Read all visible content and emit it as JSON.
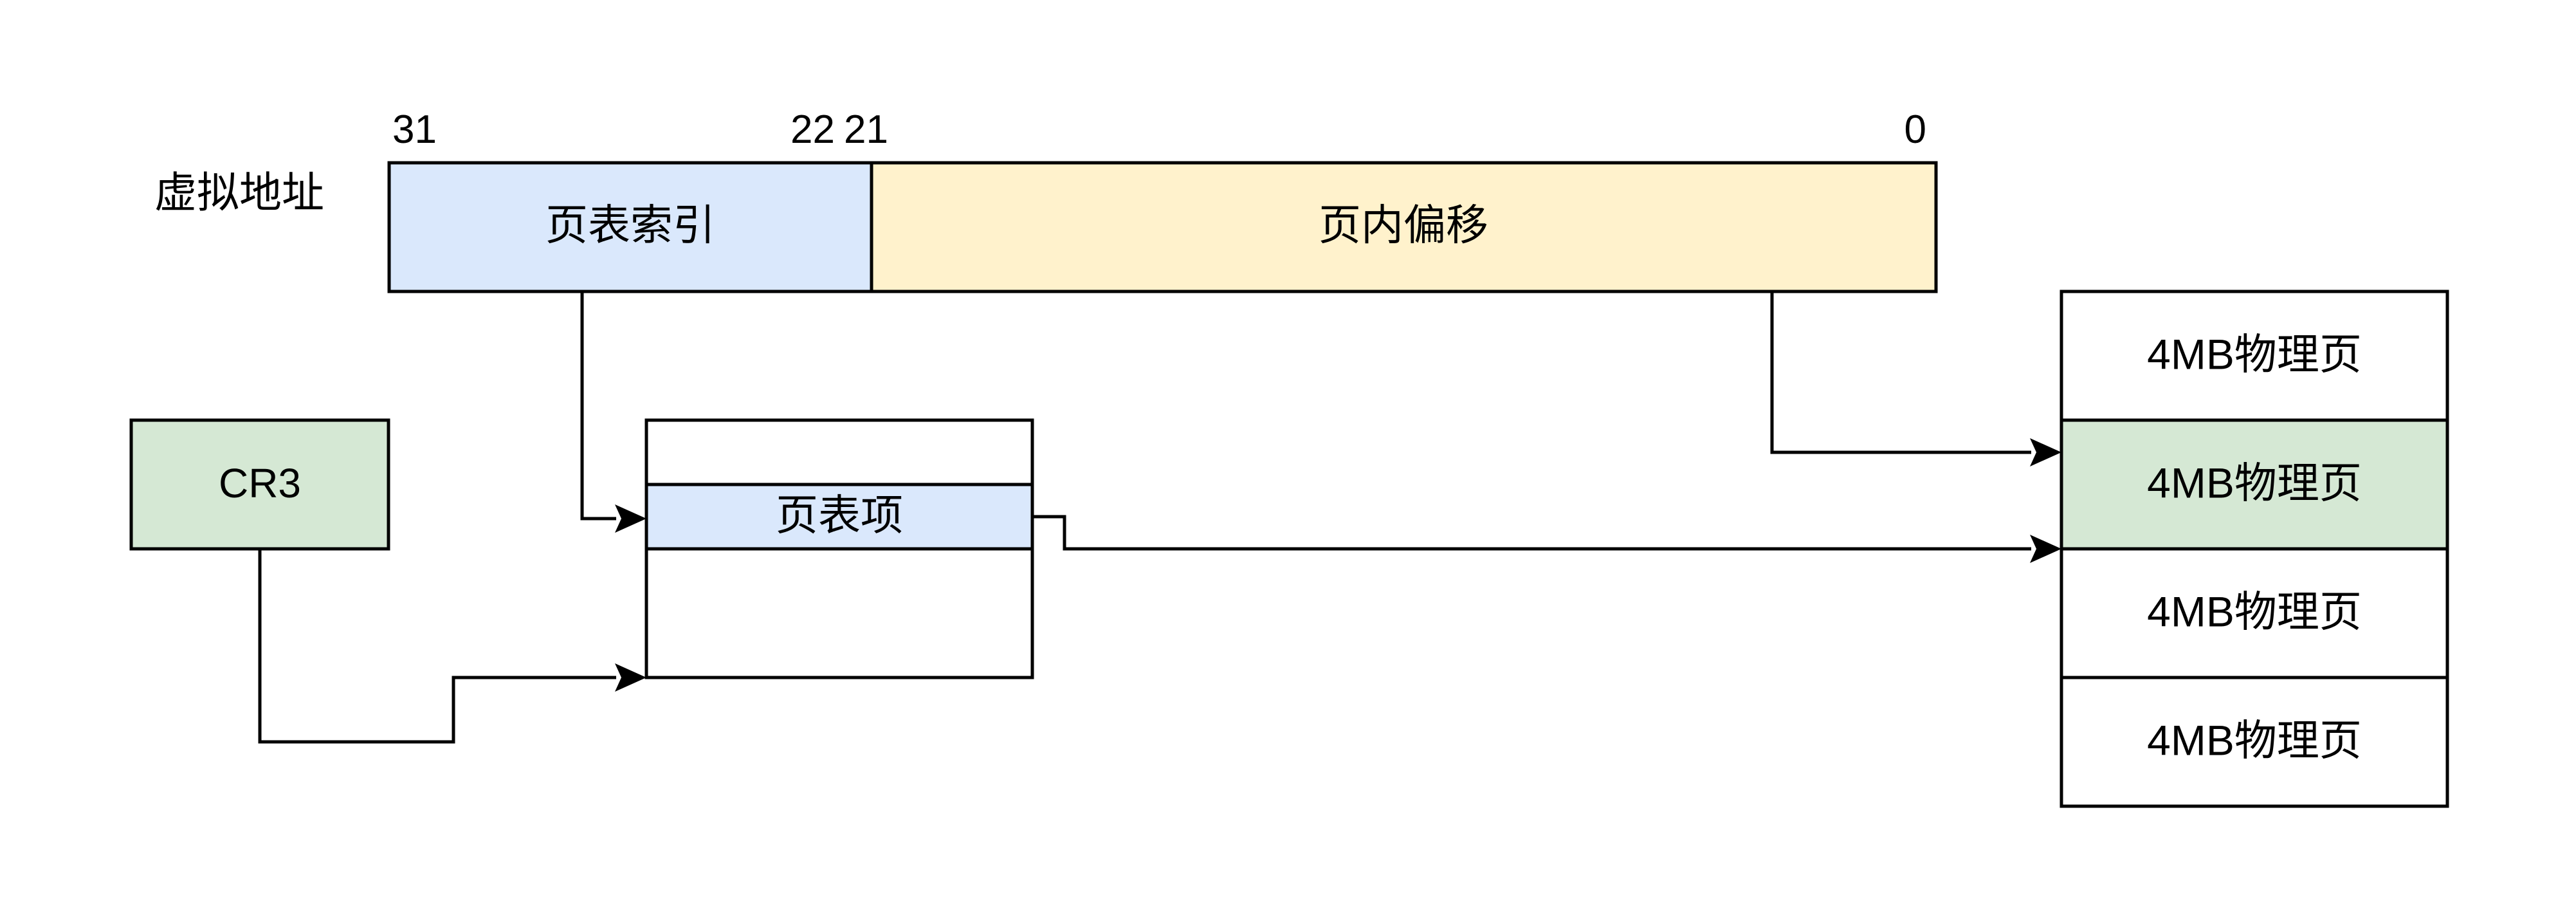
{
  "colors": {
    "blue": "#dae8fc",
    "yellow": "#fff2cc",
    "green": "#d5e8d4",
    "white": "#ffffff",
    "line": "#000000"
  },
  "virtual_address": {
    "label": "虚拟地址",
    "bits": {
      "b31": "31",
      "b22": "22",
      "b21": "21",
      "b0": "0"
    },
    "page_table_index": "页表索引",
    "page_offset": "页内偏移"
  },
  "cr3": {
    "label": "CR3"
  },
  "page_table": {
    "entry_label": "页表项"
  },
  "physical_pages": {
    "items": [
      {
        "label": "4MB物理页",
        "highlighted": false
      },
      {
        "label": "4MB物理页",
        "highlighted": true
      },
      {
        "label": "4MB物理页",
        "highlighted": false
      },
      {
        "label": "4MB物理页",
        "highlighted": false
      }
    ]
  }
}
